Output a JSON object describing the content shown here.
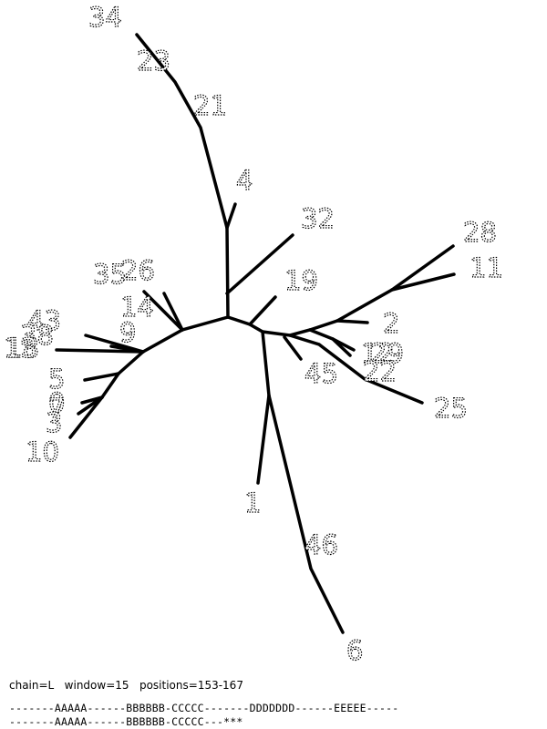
{
  "tree": {
    "leaf_labels": [
      "34",
      "23",
      "21",
      "4",
      "32",
      "19",
      "28",
      "11",
      "2",
      "12",
      "29",
      "45",
      "22",
      "25",
      "1",
      "46",
      "6",
      "35",
      "26",
      "14",
      "9",
      "43",
      "38",
      "18",
      "13",
      "5",
      "0",
      "7",
      "3",
      "10"
    ]
  },
  "footer": {
    "info": "chain=L   window=15   positions=153-167",
    "line1": "-------AAAAA------BBBBBB-CCCCC-------DDDDDDD------EEEEE-----",
    "line2": "-------AAAAA------BBBBBB-CCCCC---***"
  }
}
